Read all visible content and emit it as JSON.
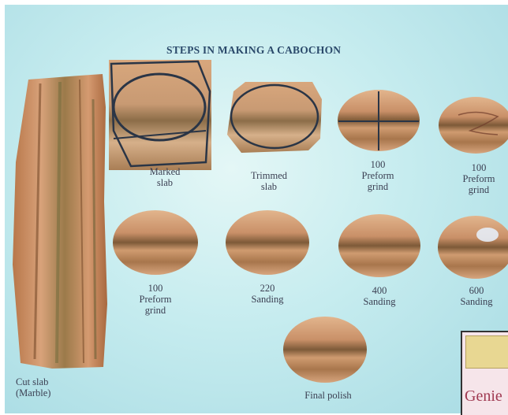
{
  "slide": {
    "title": "STEPS IN MAKING A CABOCHON",
    "steps": [
      {
        "line1": "Cut slab",
        "line2": "(Marble)"
      },
      {
        "line1": "Marked",
        "line2": "slab"
      },
      {
        "line1": "Trimmed",
        "line2": "slab"
      },
      {
        "line1": "100",
        "line2": "Preform",
        "line3": "grind"
      },
      {
        "line1": "100",
        "line2": "Preform",
        "line3": "grind"
      },
      {
        "line1": "100",
        "line2": "Preform",
        "line3": "grind"
      },
      {
        "line1": "220",
        "line2": "Sanding"
      },
      {
        "line1": "400",
        "line2": "Sanding"
      },
      {
        "line1": "600",
        "line2": "Sanding"
      },
      {
        "line1": "Final polish"
      }
    ]
  },
  "inset": {
    "text": "Genie"
  },
  "colors": {
    "background": "#c6ecef",
    "stone_base": "#d9a77e",
    "stone_band": "#8a5a37",
    "text": "#3b3f52"
  }
}
